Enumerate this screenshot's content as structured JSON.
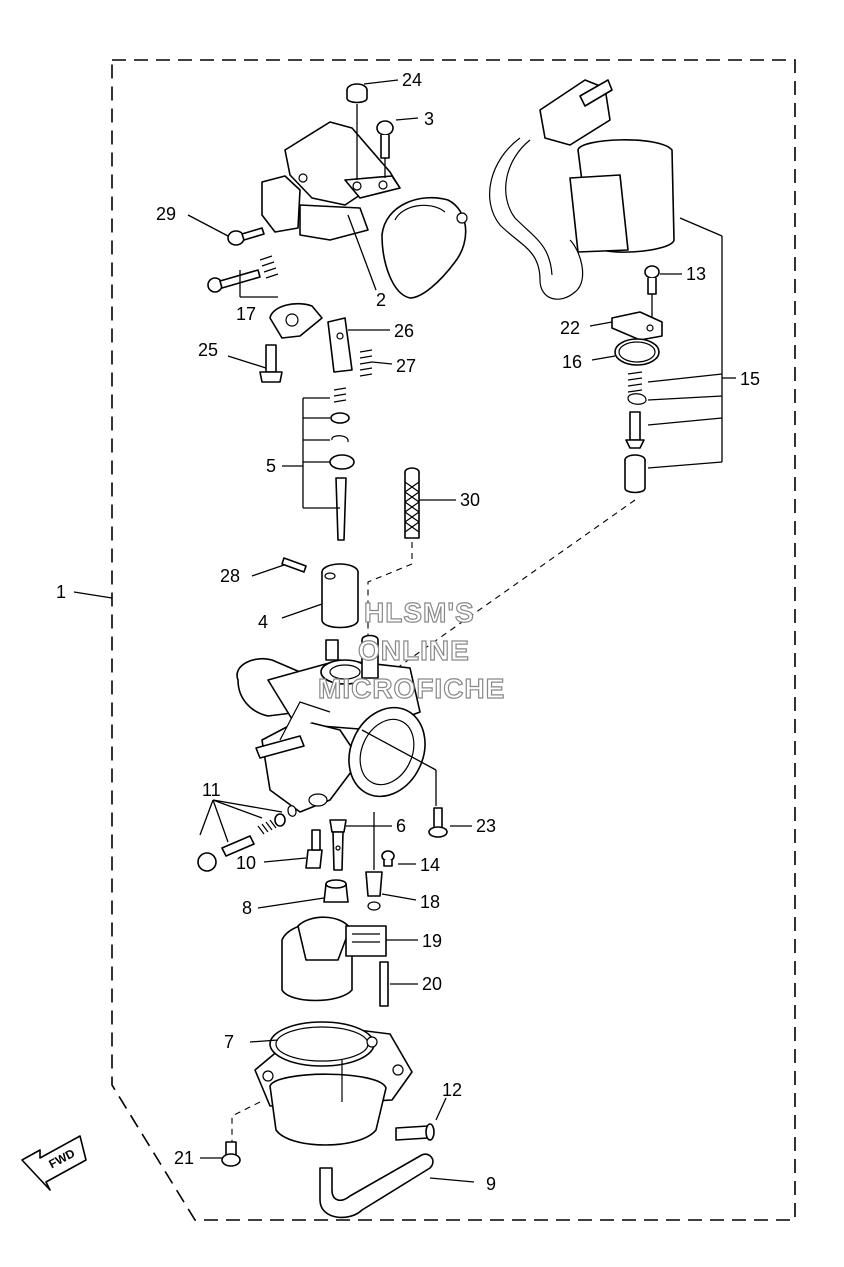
{
  "watermark": {
    "line1": "HLSM'S",
    "line2": "ONLINE",
    "line3": "MICROFICHE"
  },
  "direction_arrow": {
    "label": "FWD",
    "icon": "fwd-arrow-icon"
  },
  "callouts": {
    "c1": "1",
    "c2": "2",
    "c3": "3",
    "c4": "4",
    "c5": "5",
    "c6": "6",
    "c7": "7",
    "c8": "8",
    "c9": "9",
    "c10": "10",
    "c11": "11",
    "c12": "12",
    "c13": "13",
    "c14": "14",
    "c15": "15",
    "c16": "16",
    "c17": "17",
    "c18": "18",
    "c19": "19",
    "c20": "20",
    "c21": "21",
    "c22": "22",
    "c23": "23",
    "c24": "24",
    "c25": "25",
    "c26": "26",
    "c27": "27",
    "c28": "28",
    "c29": "29",
    "c30": "30"
  }
}
